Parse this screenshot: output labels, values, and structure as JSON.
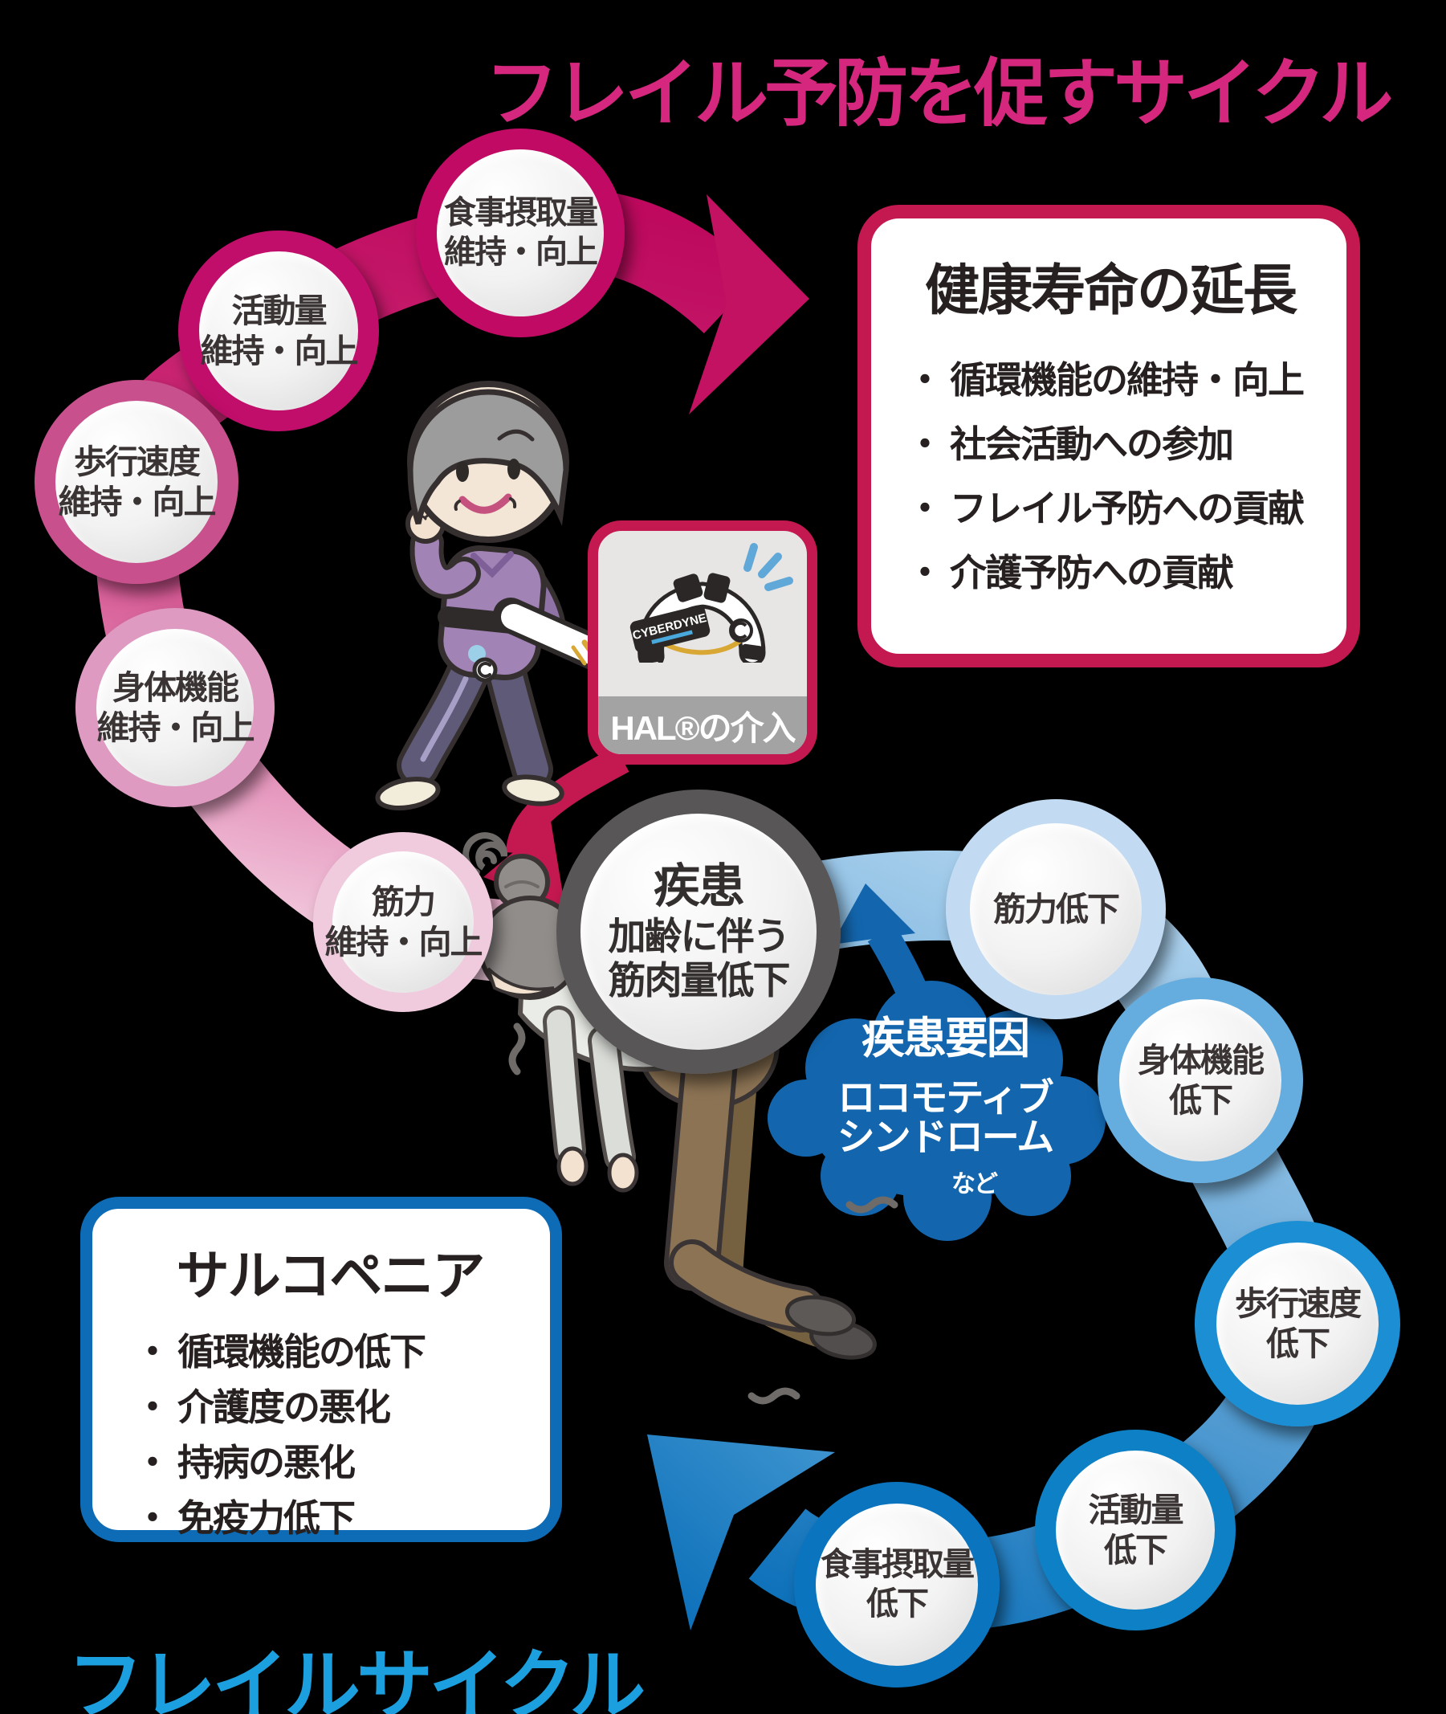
{
  "titles": {
    "top": "フレイル予防を促すサイクル",
    "bottom": "フレイルサイクル"
  },
  "ui": {
    "bullet": "・"
  },
  "prevention_cycle": {
    "nodes": [
      {
        "line1": "食事摂取量",
        "line2": "維持・向上"
      },
      {
        "line1": "活動量",
        "line2": "維持・向上"
      },
      {
        "line1": "歩行速度",
        "line2": "維持・向上"
      },
      {
        "line1": "身体機能",
        "line2": "維持・向上"
      },
      {
        "line1": "筋力",
        "line2": "維持・向上"
      }
    ]
  },
  "frailty_cycle": {
    "nodes": [
      {
        "line1": "筋力低下",
        "line2": ""
      },
      {
        "line1": "身体機能",
        "line2": "低下"
      },
      {
        "line1": "歩行速度",
        "line2": "低下"
      },
      {
        "line1": "活動量",
        "line2": "低下"
      },
      {
        "line1": "食事摂取量",
        "line2": "低下"
      }
    ]
  },
  "hub": {
    "title": "疾患",
    "line1": "加齢に伴う",
    "line2": "筋肉量低下"
  },
  "outcome_box": {
    "title": "健康寿命の延長",
    "bullets": [
      "循環機能の維持・向上",
      "社会活動への参加",
      "フレイル予防への貢献",
      "介護予防への貢献"
    ]
  },
  "sarcopenia_box": {
    "title": "サルコペニア",
    "bullets": [
      "循環機能の低下",
      "介護度の悪化",
      "持病の悪化",
      "免疫力低下"
    ]
  },
  "hal": {
    "label": "HAL®の介入",
    "brand": "CYBERDYNE"
  },
  "cloud": {
    "title": "疾患要因",
    "line1": "ロコモティブ",
    "line2": "シンドローム",
    "etc": "など"
  },
  "colors": {
    "top_title": "#D4277D",
    "bottom_title": "#1B9FDF",
    "crimson": "#C31850",
    "cloud_blue": "#1366AE",
    "box_blue": "#0E6CB6",
    "hub_ring": "#585656",
    "pink_rings": [
      "#C00A64",
      "#C10E6A",
      "#C8518D",
      "#DE9AC0",
      "#F0CBDE"
    ],
    "blue_rings": [
      "#C2DBF2",
      "#66ADDF",
      "#1C8ED3",
      "#0E80C6",
      "#0A74BE"
    ]
  }
}
